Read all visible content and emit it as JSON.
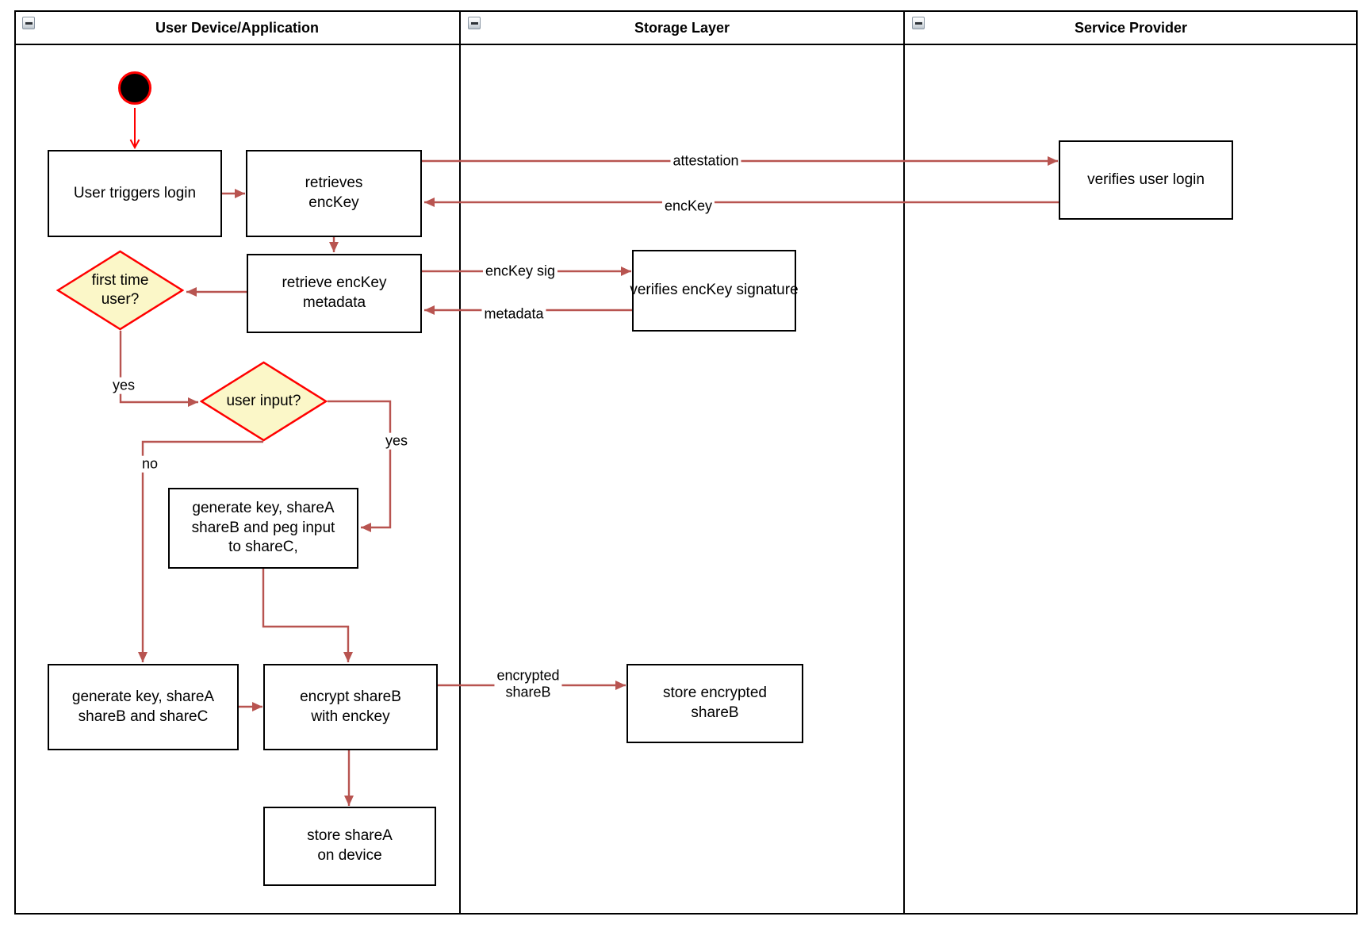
{
  "lanes": [
    {
      "title": "User Device/Application"
    },
    {
      "title": "Storage Layer"
    },
    {
      "title": "Service Provider"
    }
  ],
  "icons": {
    "lane_collapse": "minus-icon"
  },
  "nodes": {
    "start": {
      "type": "initial-state"
    },
    "user_triggers_login": {
      "label": "User triggers login"
    },
    "retrieves_enckey": {
      "label": "retrieves\nencKey"
    },
    "verifies_user_login": {
      "label": "verifies user login"
    },
    "retrieve_enckey_metadata": {
      "label": "retrieve encKey\nmetadata"
    },
    "verifies_enckey_signature": {
      "label": "verifies encKey signature"
    },
    "first_time_user": {
      "label": "first time\nuser?"
    },
    "user_input": {
      "label": "user input?"
    },
    "generate_key_peg": {
      "label": "generate key, shareA\nshareB and peg input\nto shareC,"
    },
    "generate_key_shares": {
      "label": "generate key, shareA\nshareB and shareC"
    },
    "encrypt_shareb": {
      "label": "encrypt shareB\nwith enckey"
    },
    "store_encrypted_shareb": {
      "label": "store encrypted\nshareB"
    },
    "store_sharea": {
      "label": "store shareA\non device"
    }
  },
  "edge_labels": {
    "attestation": "attestation",
    "enckey": "encKey",
    "enckey_sig": "encKey sig",
    "metadata": "metadata",
    "encrypted_shareb": "encrypted\nshareB",
    "yes_first_time": "yes",
    "yes_user_input": "yes",
    "no_user_input": "no"
  },
  "colors": {
    "arrow": "#B85450",
    "accent_red": "#FF0000",
    "diamond_fill": "#FBF7C8",
    "node_border": "#000000"
  }
}
